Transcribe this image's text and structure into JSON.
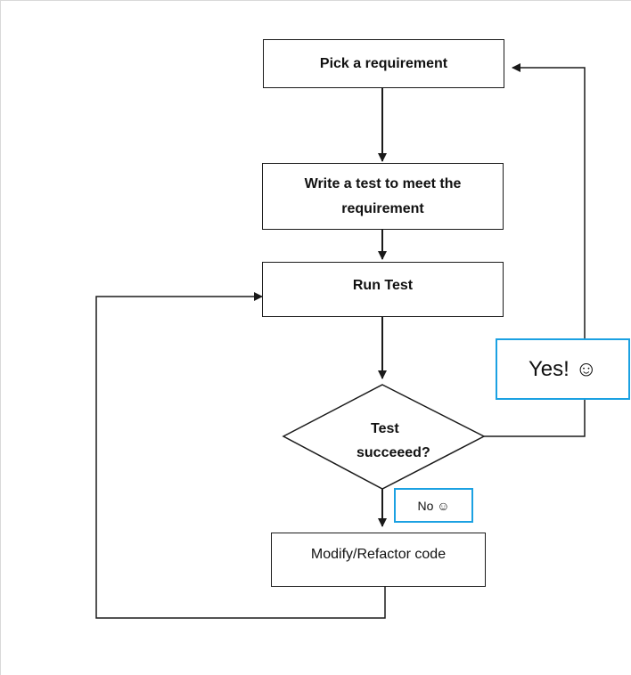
{
  "steps": {
    "pick": "Pick a requirement",
    "write_line1": "Write a test to meet the",
    "write_line2": "requirement",
    "run": "Run Test",
    "decision_line1": "Test",
    "decision_line2": "succeeed?",
    "modify": "Modify/Refactor code"
  },
  "callouts": {
    "yes": "Yes! ☺",
    "no": "No ☺"
  },
  "colors": {
    "line": "#1a1a1a",
    "callout_border": "#1ba1e2"
  }
}
